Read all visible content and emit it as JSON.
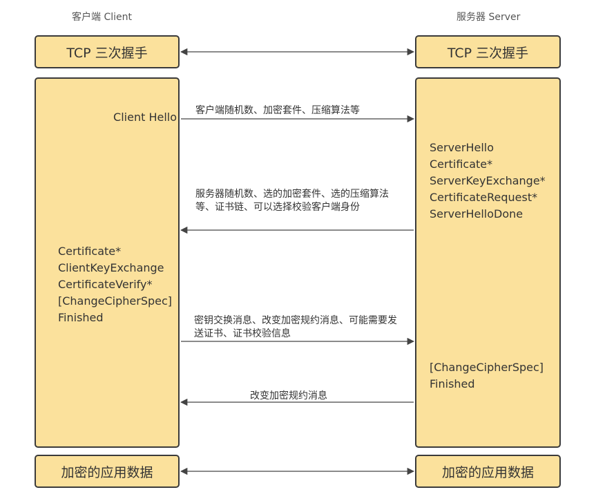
{
  "headers": {
    "client": "客户端 Client",
    "server": "服务器 Server"
  },
  "tcp": {
    "client_label": "TCP 三次握手",
    "server_label": "TCP 三次握手"
  },
  "client": {
    "hello": "Client Hello",
    "messages": [
      "Certificate*",
      "ClientKeyExchange",
      "CertificateVerify*",
      "[ChangeCipherSpec]",
      "Finished"
    ]
  },
  "server": {
    "hello_messages": [
      "ServerHello",
      "Certificate*",
      "ServerKeyExchange*",
      "CertificateRequest*",
      "ServerHelloDone"
    ],
    "finish_messages": [
      "[ChangeCipherSpec]",
      "Finished"
    ]
  },
  "arrows": {
    "client_hello": "客户端随机数、加密套件、压缩算法等",
    "server_hello": "服务器随机数、选的加密套件、选的压缩算法等、证书链、可以选择校验客户端身份",
    "client_key": "密钥交换消息、改变加密规约消息、可能需要发送证书、证书校验信息",
    "server_finish": "改变加密规约消息"
  },
  "app": {
    "client_label": "加密的应用数据",
    "server_label": "加密的应用数据"
  }
}
